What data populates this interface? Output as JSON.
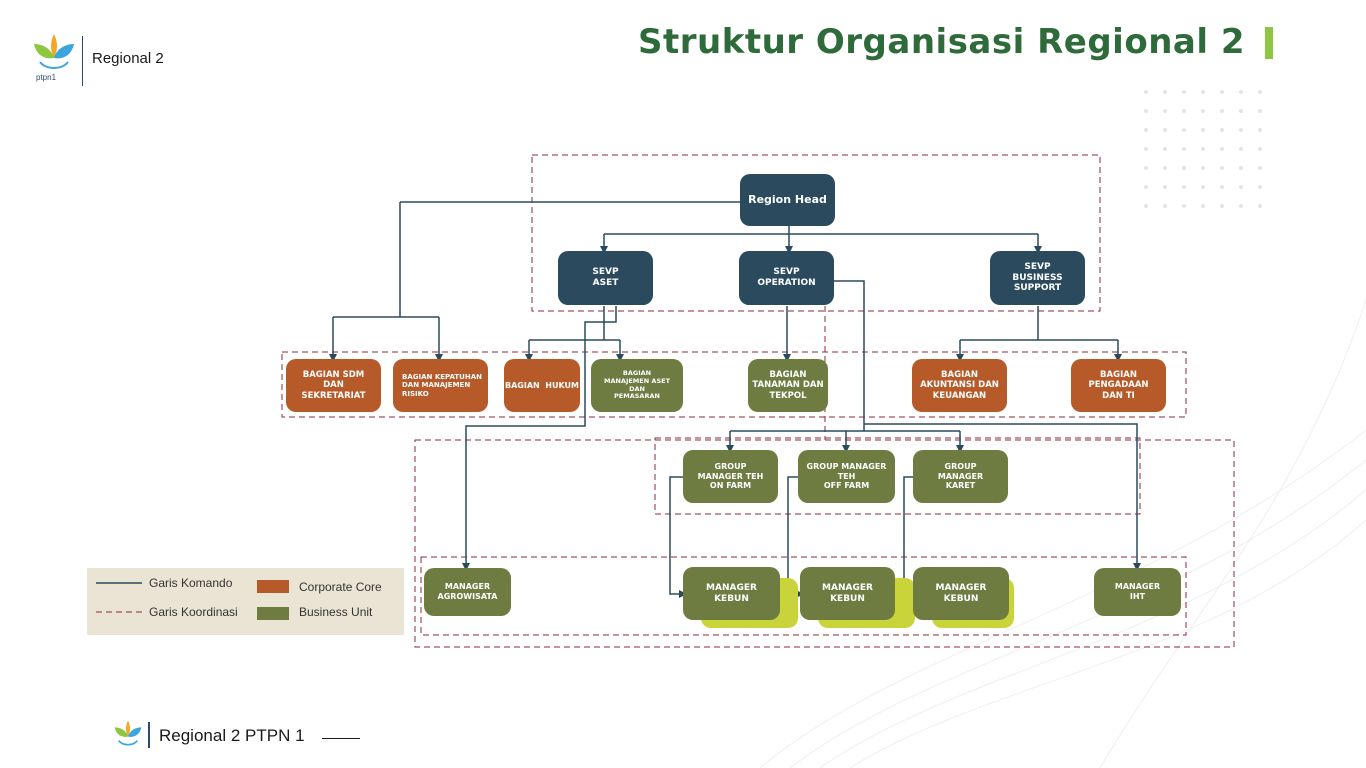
{
  "header": {
    "logo_text": "ptpn1",
    "region_label": "Regional 2",
    "title": "Struktur Organisasi Regional 2"
  },
  "nodes": {
    "region_head": "Region Head",
    "sevp_aset": "SEVP\nASET",
    "sevp_operation": "SEVP\nOPERATION",
    "sevp_business_support": "SEVP\nBUSINESS\nSUPPORT",
    "bagian_sdm": "BAGIAN SDM\nDAN\nSEKRETARIAT",
    "bagian_kepatuhan": "BAGIAN KEPATUHAN\nDAN MANAJEMEN\nRISIKO",
    "bagian_hukum": "BAGIAN  HUKUM",
    "bagian_aset_pemasaran": "BAGIAN\nMANAJEMEN ASET DAN\nPEMASARAN",
    "bagian_tanaman": "BAGIAN\nTANAMAN DAN\nTEKPOL",
    "bagian_akuntansi": "BAGIAN\nAKUNTANSI DAN\nKEUANGAN",
    "bagian_pengadaan": "BAGIAN\nPENGADAAN\nDAN TI",
    "gm_teh_on_farm": "GROUP\nMANAGER TEH\nON FARM",
    "gm_teh_off_farm": "GROUP MANAGER\nTEH\nOFF FARM",
    "gm_karet": "GROUP\nMANAGER\nKARET",
    "manager_agrowisata": "MANAGER\nAGROWISATA",
    "manager_kebun_1": "MANAGER\nKEBUN",
    "manager_kebun_2": "MANAGER\nKEBUN",
    "manager_kebun_3": "MANAGER\nKEBUN",
    "manager_iht": "MANAGER\nIHT"
  },
  "legend": {
    "komando": "Garis Komando",
    "koordinasi": "Garis Koordinasi",
    "corporate_core": "Corporate Core",
    "business_unit": "Business Unit"
  },
  "footer": {
    "text": "Regional 2 PTPN 1"
  },
  "colors": {
    "navy": "#2b4a5e",
    "orange": "#b75a2a",
    "green": "#6e7b41",
    "title_green": "#2f6b3a",
    "accent_lime": "#8dc63f",
    "dashed_maroon": "#8b2a3a"
  }
}
